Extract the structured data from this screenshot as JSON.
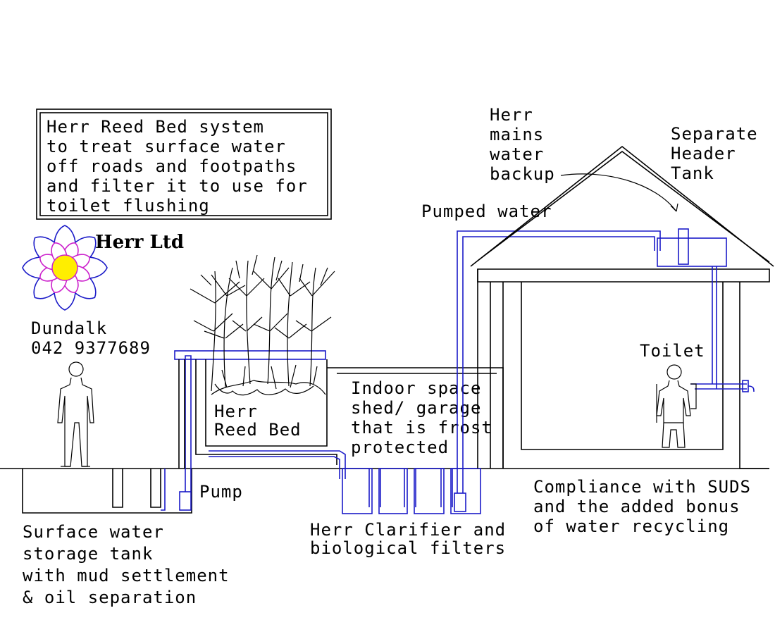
{
  "company": {
    "name": "Herr Ltd",
    "town": "Dundalk",
    "phone": "042 9377689"
  },
  "title_box": {
    "lines": [
      "Herr Reed Bed system",
      "to treat surface water",
      "off roads and footpaths",
      "and filter it to use for",
      "toilet flushing"
    ]
  },
  "labels": {
    "mains_backup": [
      "Herr",
      "mains",
      "water",
      "backup"
    ],
    "header_tank": [
      "Separate",
      "Header",
      "Tank"
    ],
    "pumped_water": "Pumped water",
    "toilet": "Toilet",
    "reed_bed": [
      "Herr",
      "Reed Bed"
    ],
    "indoor_space": [
      "Indoor space",
      "shed/ garage",
      "that is frost",
      "protected"
    ],
    "pump": "Pump",
    "compliance": [
      "Compliance with SUDS",
      "and the added bonus",
      "of water recycling"
    ],
    "storage_tank": [
      "Surface water",
      "storage tank",
      "with mud settlement",
      "& oil separation"
    ],
    "clarifier": [
      "Herr Clarifier and",
      "biological filters"
    ]
  },
  "colors": {
    "line": "#000000",
    "pipe": "#1a1ac8",
    "logo_petals_outer": "#1a1ac8",
    "logo_petals_inner": "#cc22cc",
    "logo_center": "#ffee00"
  }
}
